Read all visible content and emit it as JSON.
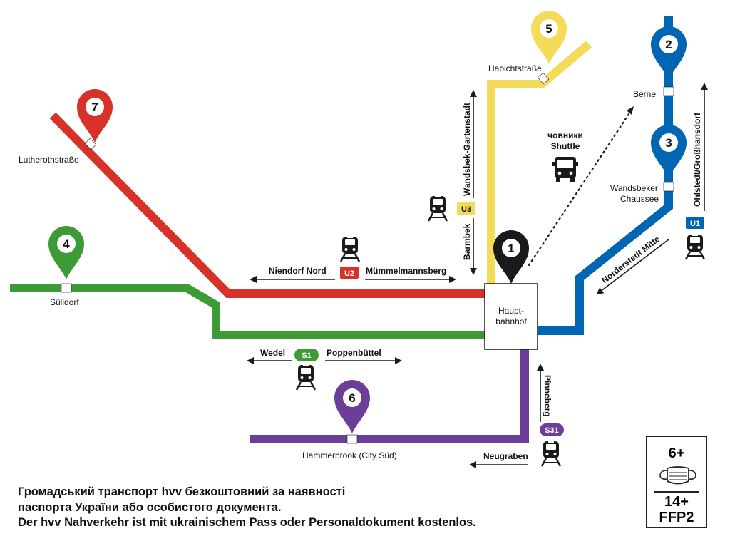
{
  "colors": {
    "red": "#d7312a",
    "green": "#3d9b35",
    "yellow": "#f4dc5a",
    "blue": "#0066b3",
    "purple": "#6b3f98",
    "black": "#1a1a1a"
  },
  "pins": [
    {
      "num": "1",
      "color": "#1a1a1a",
      "icon": "map-pin-icon"
    },
    {
      "num": "2",
      "color": "#0066b3",
      "icon": "map-pin-icon"
    },
    {
      "num": "3",
      "color": "#0066b3",
      "icon": "map-pin-icon"
    },
    {
      "num": "4",
      "color": "#3d9b35",
      "icon": "map-pin-icon"
    },
    {
      "num": "5",
      "color": "#f4dc5a",
      "icon": "map-pin-icon"
    },
    {
      "num": "6",
      "color": "#6b3f98",
      "icon": "map-pin-icon"
    },
    {
      "num": "7",
      "color": "#d7312a",
      "icon": "map-pin-icon"
    }
  ],
  "stations": {
    "hauptbahnhof_line1": "Haupt-",
    "hauptbahnhof_line2": "bahnhof",
    "lutherothstrasse": "Lutherothstraße",
    "sulldorf": "Sülldorf",
    "habichtstrasse": "Habichtstraße",
    "berne": "Berne",
    "wandsbeker_line1": "Wandsbeker",
    "wandsbeker_line2": "Chaussee",
    "hammerbrook": "Hammerbrook (City Süd)"
  },
  "lines": {
    "u2": {
      "badge": "U2",
      "left": "Niendorf Nord",
      "right": "Mümmelmannsberg"
    },
    "s1": {
      "badge": "S1",
      "left": "Wedel",
      "right": "Poppenbüttel"
    },
    "u3": {
      "badge": "U3",
      "up": "Wandsbek-Gartenstadt",
      "down": "Barmbek"
    },
    "u1": {
      "badge": "U1",
      "up": "Ohlstedt/Großhansdorf",
      "down": "Norderstedt Mitte"
    },
    "s31": {
      "badge": "S31",
      "up": "Pinneberg",
      "left": "Neugraben"
    }
  },
  "shuttle": {
    "line1": "човники",
    "line2": "Shuttle",
    "icon": "bus-icon"
  },
  "train_icon": "train-icon",
  "footer": {
    "line1": "Громадський транспорт hvv безкоштовний за наявності",
    "line2": "паспорта України або особистого документа.",
    "line3": "Der hvv Nahverkehr ist mit ukrainischem Pass oder Personaldokument kostenlos."
  },
  "mask_box": {
    "age1": "6+",
    "age2": "14+",
    "mask_type": "FFP2",
    "icon": "face-mask-icon"
  }
}
